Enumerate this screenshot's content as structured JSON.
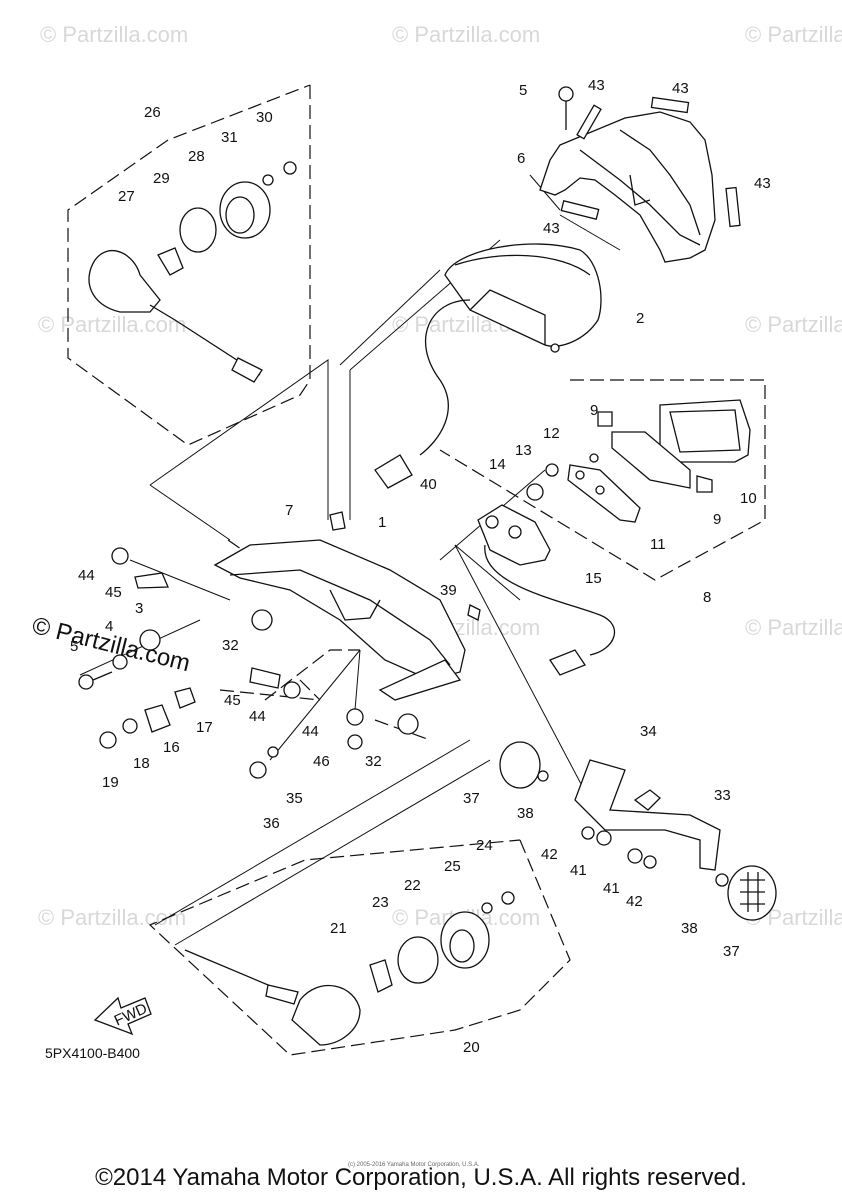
{
  "watermark": "© Partzilla.com",
  "diagram_code": "5PX4100-B400",
  "copyright": "©2014 Yamaha Motor Corporation, U.S.A. All rights reserved.",
  "tiny_copyright": "(c) 2005-2016 Yamaha Motor Corporation, U.S.A.",
  "fwd_label": "FWD",
  "callouts": [
    {
      "n": "1"
    },
    {
      "n": "2"
    },
    {
      "n": "3"
    },
    {
      "n": "4"
    },
    {
      "n": "5"
    },
    {
      "n": "5"
    },
    {
      "n": "6"
    },
    {
      "n": "7"
    },
    {
      "n": "8"
    },
    {
      "n": "9"
    },
    {
      "n": "9"
    },
    {
      "n": "10"
    },
    {
      "n": "11"
    },
    {
      "n": "12"
    },
    {
      "n": "13"
    },
    {
      "n": "14"
    },
    {
      "n": "15"
    },
    {
      "n": "16"
    },
    {
      "n": "17"
    },
    {
      "n": "18"
    },
    {
      "n": "19"
    },
    {
      "n": "20"
    },
    {
      "n": "21"
    },
    {
      "n": "22"
    },
    {
      "n": "23"
    },
    {
      "n": "24"
    },
    {
      "n": "25"
    },
    {
      "n": "26"
    },
    {
      "n": "27"
    },
    {
      "n": "28"
    },
    {
      "n": "29"
    },
    {
      "n": "30"
    },
    {
      "n": "31"
    },
    {
      "n": "32"
    },
    {
      "n": "32"
    },
    {
      "n": "33"
    },
    {
      "n": "34"
    },
    {
      "n": "35"
    },
    {
      "n": "36"
    },
    {
      "n": "37"
    },
    {
      "n": "37"
    },
    {
      "n": "38"
    },
    {
      "n": "38"
    },
    {
      "n": "39"
    },
    {
      "n": "40"
    },
    {
      "n": "41"
    },
    {
      "n": "41"
    },
    {
      "n": "42"
    },
    {
      "n": "42"
    },
    {
      "n": "43"
    },
    {
      "n": "43"
    },
    {
      "n": "43"
    },
    {
      "n": "43"
    },
    {
      "n": "44"
    },
    {
      "n": "44"
    },
    {
      "n": "44"
    },
    {
      "n": "45"
    },
    {
      "n": "45"
    },
    {
      "n": "46"
    }
  ]
}
